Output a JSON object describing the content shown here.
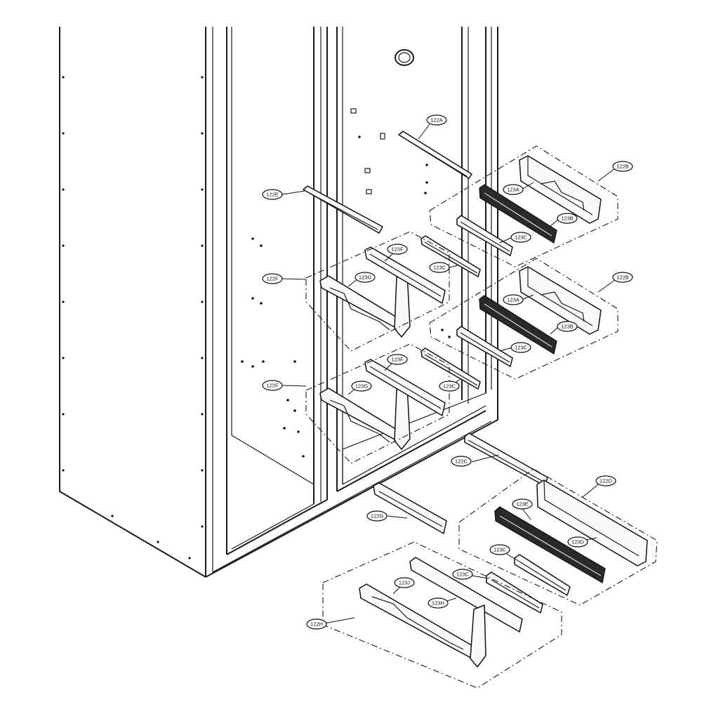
{
  "callouts": [
    {
      "id": "c1",
      "label": "122A"
    },
    {
      "id": "c2",
      "label": "122B"
    },
    {
      "id": "c3",
      "label": "123A"
    },
    {
      "id": "c4",
      "label": "123B"
    },
    {
      "id": "c5",
      "label": "123C"
    },
    {
      "id": "c6",
      "label": "122E"
    },
    {
      "id": "c7",
      "label": "123F"
    },
    {
      "id": "c8",
      "label": "123C"
    },
    {
      "id": "c9",
      "label": "122F"
    },
    {
      "id": "c10",
      "label": "123G"
    },
    {
      "id": "c11",
      "label": "122B"
    },
    {
      "id": "c12",
      "label": "123A"
    },
    {
      "id": "c13",
      "label": "123B"
    },
    {
      "id": "c14",
      "label": "123C"
    },
    {
      "id": "c15",
      "label": "123F"
    },
    {
      "id": "c16",
      "label": "122F"
    },
    {
      "id": "c17",
      "label": "123G"
    },
    {
      "id": "c18",
      "label": "123C"
    },
    {
      "id": "c19",
      "label": "122C"
    },
    {
      "id": "c20",
      "label": "122D"
    },
    {
      "id": "c21",
      "label": "122G"
    },
    {
      "id": "c22",
      "label": "123E"
    },
    {
      "id": "c23",
      "label": "123D"
    },
    {
      "id": "c24",
      "label": "123C"
    },
    {
      "id": "c25",
      "label": "123C"
    },
    {
      "id": "c26",
      "label": "123J"
    },
    {
      "id": "c27",
      "label": "123H"
    },
    {
      "id": "c28",
      "label": "122H"
    }
  ]
}
